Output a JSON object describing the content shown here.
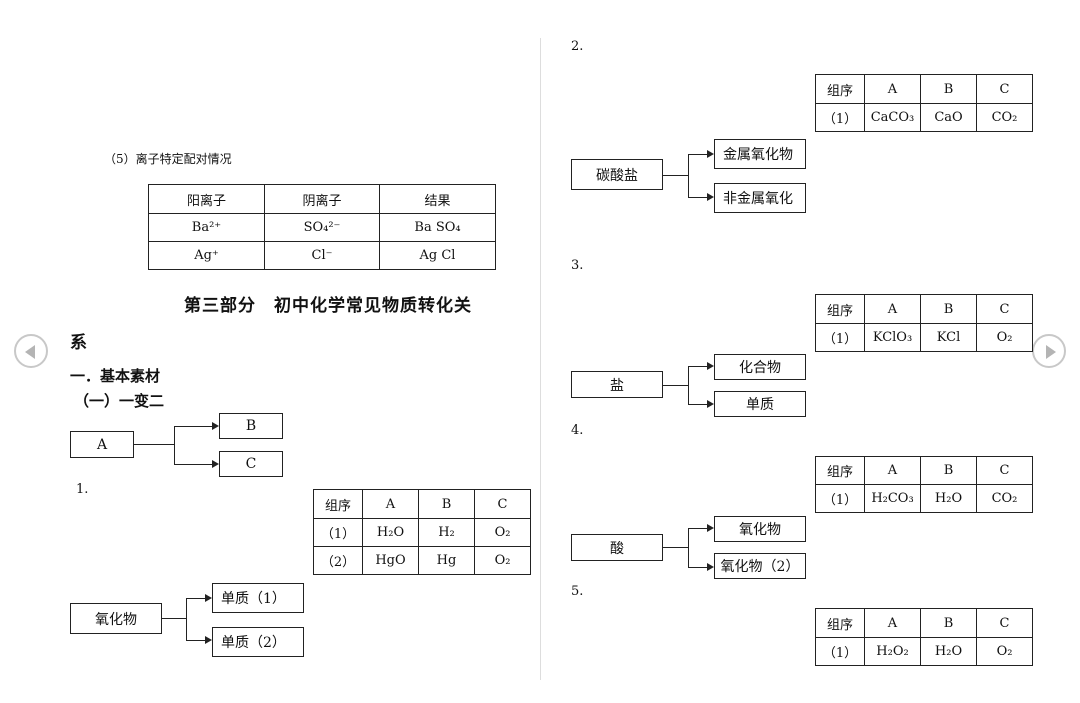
{
  "nav": {
    "prev_label": "previous page",
    "next_label": "next page"
  },
  "left": {
    "section_title": "（5）离子特定配对情况",
    "ion_table": {
      "headers": [
        "阳离子",
        "阴离子",
        "结果"
      ],
      "rows": [
        [
          "Ba²⁺",
          "SO₄²⁻",
          "Ba SO₄"
        ],
        [
          "Ag⁺",
          "Cl⁻",
          "Ag Cl"
        ]
      ]
    },
    "part_heading_line1": "第三部分　初中化学常见物质转化关",
    "part_heading_line2": "系",
    "h1": "一．基本素材",
    "h2": "（一）一变二",
    "generic": {
      "source": "A",
      "out1": "B",
      "out2": "C"
    },
    "item1": {
      "num": "1.",
      "table": {
        "headers": [
          "组序",
          "A",
          "B",
          "C"
        ],
        "rows": [
          [
            "（1）",
            "H₂O",
            "H₂",
            "O₂"
          ],
          [
            "（2）",
            "HgO",
            "Hg",
            "O₂"
          ]
        ]
      },
      "source": "氧化物",
      "out1": "单质（1）",
      "out2": "单质（2）"
    }
  },
  "right": {
    "item2": {
      "num": "2.",
      "table": {
        "headers": [
          "组序",
          "A",
          "B",
          "C"
        ],
        "rows": [
          [
            "（1）",
            "CaCO₃",
            "CaO",
            "CO₂"
          ]
        ]
      },
      "source": "碳酸盐",
      "out1": "金属氧化物",
      "out2": "非金属氧化"
    },
    "item3": {
      "num": "3.",
      "table": {
        "headers": [
          "组序",
          "A",
          "B",
          "C"
        ],
        "rows": [
          [
            "（1）",
            "KClO₃",
            "KCl",
            "O₂"
          ]
        ]
      },
      "source": "盐",
      "out1": "化合物",
      "out2": "单质"
    },
    "item4": {
      "num": "4.",
      "table": {
        "headers": [
          "组序",
          "A",
          "B",
          "C"
        ],
        "rows": [
          [
            "（1）",
            "H₂CO₃",
            "H₂O",
            "CO₂"
          ]
        ]
      },
      "source": "酸",
      "out1": "氧化物",
      "out2": "氧化物（2）"
    },
    "item5": {
      "num": "5.",
      "table": {
        "headers": [
          "组序",
          "A",
          "B",
          "C"
        ],
        "rows": [
          [
            "（1）",
            "H₂O₂",
            "H₂O",
            "O₂"
          ]
        ]
      }
    }
  }
}
